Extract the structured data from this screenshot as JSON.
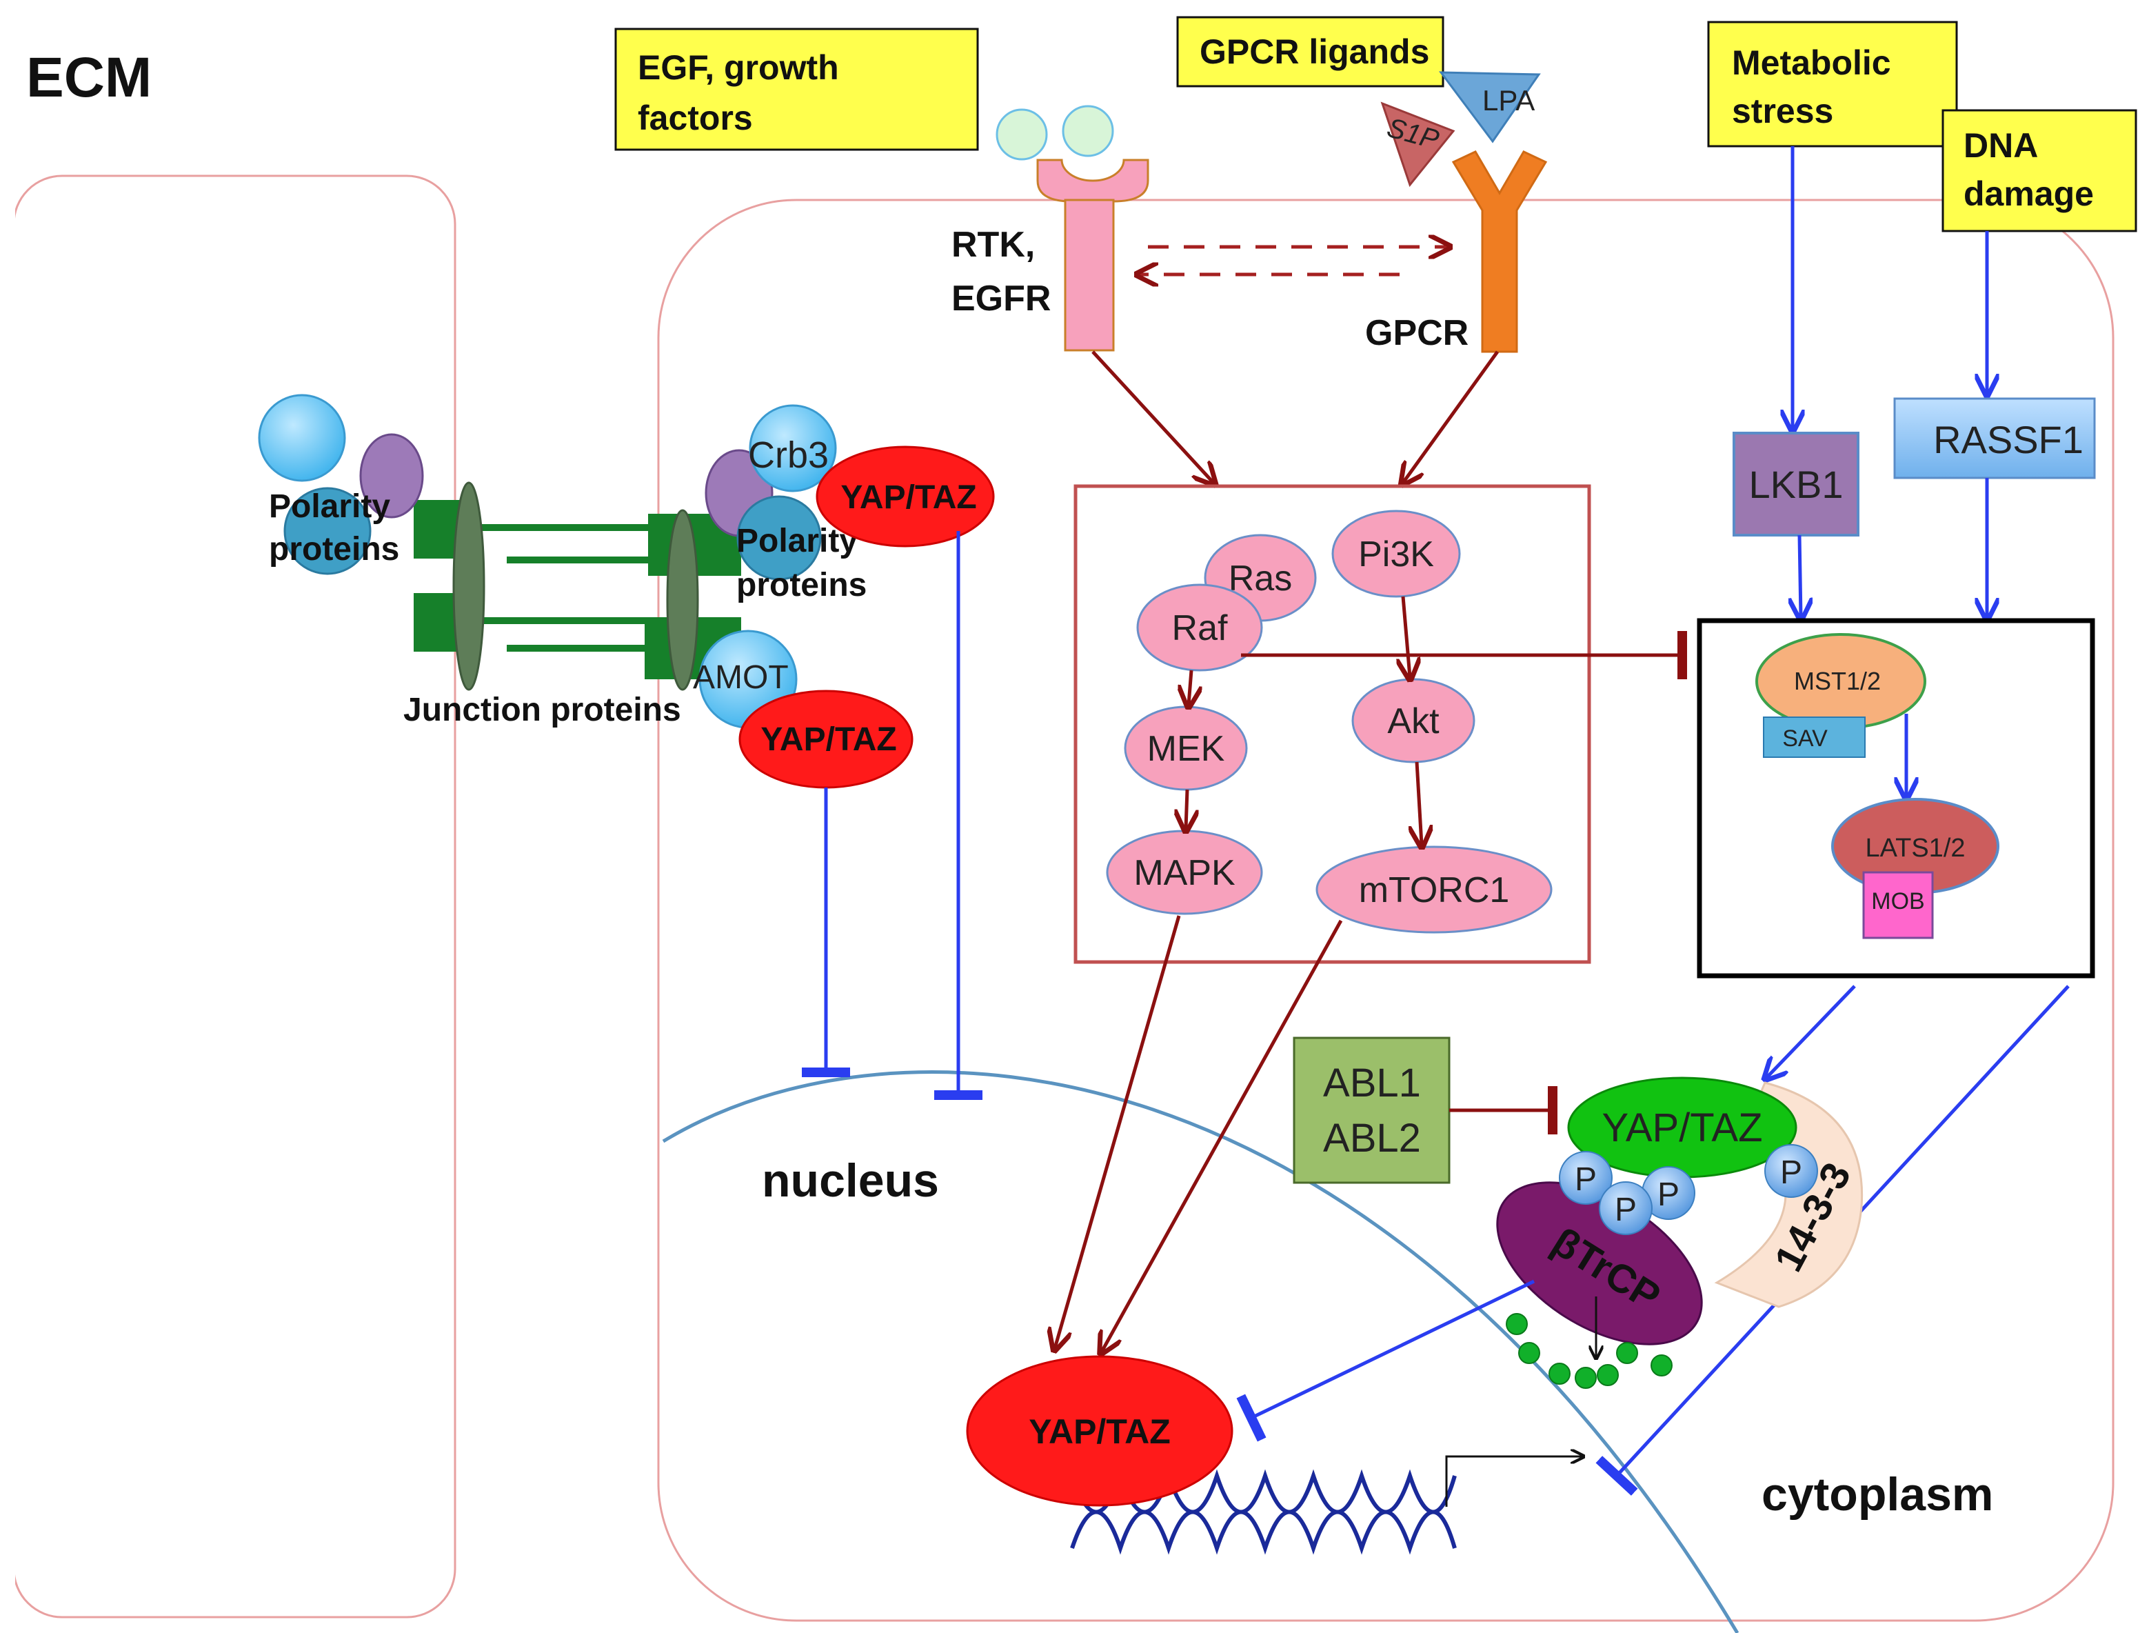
{
  "region_labels": {
    "ecm": "ECM",
    "nucleus": "nucleus",
    "cytoplasm": "cytoplasm"
  },
  "ligand_boxes": {
    "egf": [
      "EGF, growth",
      "factors"
    ],
    "gpcr_ligands": "GPCR ligands",
    "metabolic": [
      "Metabolic",
      "stress"
    ],
    "dna": [
      "DNA",
      "damage"
    ]
  },
  "ligands": {
    "s1p": "S1P",
    "lpa": "LPA"
  },
  "receptors": {
    "rtk": [
      "RTK,",
      "EGFR"
    ],
    "gpcr": "GPCR"
  },
  "junction": {
    "polarity_left": [
      "Polarity",
      "proteins"
    ],
    "polarity_right": [
      "Polarity",
      "proteins"
    ],
    "crb3": "Crb3",
    "amot": "AMOT",
    "junction_proteins": "Junction proteins",
    "yaptaz_upper": "YAP/TAZ",
    "yaptaz_lower": "YAP/TAZ"
  },
  "signaling": {
    "ras": "Ras",
    "raf": "Raf",
    "mek": "MEK",
    "mapk": "MAPK",
    "pi3k": "Pi3K",
    "akt": "Akt",
    "mtorc1": "mTORC1"
  },
  "hippo": {
    "lkb1": "LKB1",
    "rassf1": "RASSF1",
    "mst": "MST1/2",
    "sav": "SAV",
    "lats": "LATS1/2",
    "mob": "MOB"
  },
  "cytoplasm_complex": {
    "abl1": "ABL1",
    "abl2": "ABL2",
    "yaptaz": "YAP/TAZ",
    "p": "P",
    "btrcp": "βTrCP",
    "p1433": "14-3-3"
  },
  "nuclear": {
    "yaptaz": "YAP/TAZ"
  },
  "colors": {
    "cell_outline": "#e8a0a0",
    "dark_red_arrow": "#8b1010",
    "blue_arrow": "#2a3df0",
    "yellow_box": "#ffff4d",
    "pink_node": "#f7a1bc",
    "red_node": "#ff1a1a",
    "green_junction": "#16802a",
    "rtk": "#f7a1bc",
    "gpcr": "#ef7d22"
  }
}
